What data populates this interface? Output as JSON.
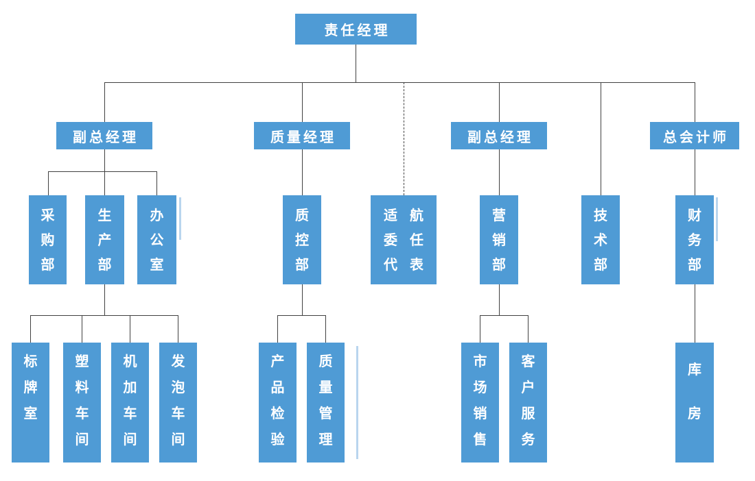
{
  "nodes": {
    "root": {
      "label": "责任经理"
    },
    "deputy_gm_1": {
      "label": "副总经理"
    },
    "quality_manager": {
      "label": "质量经理"
    },
    "deputy_gm_2": {
      "label": "副总经理"
    },
    "chief_accountant": {
      "label": "总会计师"
    },
    "procurement_dept": {
      "label": "采购部"
    },
    "production_dept": {
      "label": "生产部"
    },
    "office": {
      "label": "办公室"
    },
    "quality_control_dept": {
      "label": "质控部"
    },
    "airworthiness_delegate": {
      "label": "适航委任代表",
      "columns": [
        "适委代",
        "航任表"
      ]
    },
    "marketing_dept": {
      "label": "营销部"
    },
    "technology_dept": {
      "label": "技术部"
    },
    "finance_dept": {
      "label": "财务部"
    },
    "sign_room": {
      "label": "标牌室"
    },
    "plastic_workshop": {
      "label": "塑料车间"
    },
    "machining_workshop": {
      "label": "机加车间"
    },
    "foam_workshop": {
      "label": "发泡车间"
    },
    "product_inspection": {
      "label": "产品检验"
    },
    "quality_management": {
      "label": "质量管理"
    },
    "market_sales": {
      "label": "市场销售"
    },
    "customer_service": {
      "label": "客户服务"
    },
    "warehouse": {
      "label": "库房"
    }
  },
  "edges": [
    {
      "from": "root",
      "to": "deputy_gm_1",
      "style": "solid"
    },
    {
      "from": "root",
      "to": "quality_manager",
      "style": "solid"
    },
    {
      "from": "root",
      "to": "airworthiness_delegate",
      "style": "dashed"
    },
    {
      "from": "root",
      "to": "deputy_gm_2",
      "style": "solid"
    },
    {
      "from": "root",
      "to": "technology_dept",
      "style": "solid"
    },
    {
      "from": "root",
      "to": "chief_accountant",
      "style": "solid"
    },
    {
      "from": "deputy_gm_1",
      "to": "procurement_dept",
      "style": "solid"
    },
    {
      "from": "deputy_gm_1",
      "to": "production_dept",
      "style": "solid"
    },
    {
      "from": "deputy_gm_1",
      "to": "office",
      "style": "solid"
    },
    {
      "from": "quality_manager",
      "to": "quality_control_dept",
      "style": "solid"
    },
    {
      "from": "deputy_gm_2",
      "to": "marketing_dept",
      "style": "solid"
    },
    {
      "from": "chief_accountant",
      "to": "finance_dept",
      "style": "solid"
    },
    {
      "from": "production_dept",
      "to": "sign_room",
      "style": "solid"
    },
    {
      "from": "production_dept",
      "to": "plastic_workshop",
      "style": "solid"
    },
    {
      "from": "production_dept",
      "to": "machining_workshop",
      "style": "solid"
    },
    {
      "from": "production_dept",
      "to": "foam_workshop",
      "style": "solid"
    },
    {
      "from": "quality_control_dept",
      "to": "product_inspection",
      "style": "solid"
    },
    {
      "from": "quality_control_dept",
      "to": "quality_management",
      "style": "solid"
    },
    {
      "from": "marketing_dept",
      "to": "market_sales",
      "style": "solid"
    },
    {
      "from": "marketing_dept",
      "to": "customer_service",
      "style": "solid"
    },
    {
      "from": "finance_dept",
      "to": "warehouse",
      "style": "solid"
    }
  ],
  "colors": {
    "node_fill": "#4f9bd5",
    "node_text": "#ffffff",
    "connector": "#404040"
  }
}
